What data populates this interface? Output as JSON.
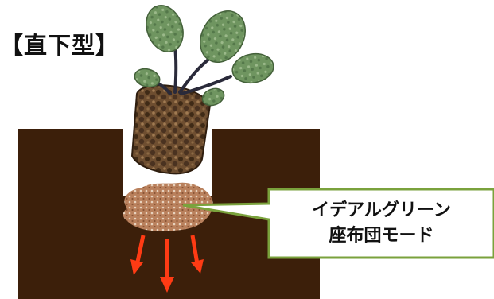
{
  "title": "【直下型】",
  "callout": {
    "line1": "イデアルグリーン",
    "line2": "座布団モード"
  },
  "icons": [
    "plant-seedling-icon",
    "down-arrow-icon"
  ],
  "colors": {
    "soil": "#3c1f0a",
    "callout_border": "#7aa23c",
    "arrow": "#ff3b14",
    "pad": "#b9805c",
    "leaf": "#6f9560",
    "root_ball": "#6b4a2e"
  }
}
